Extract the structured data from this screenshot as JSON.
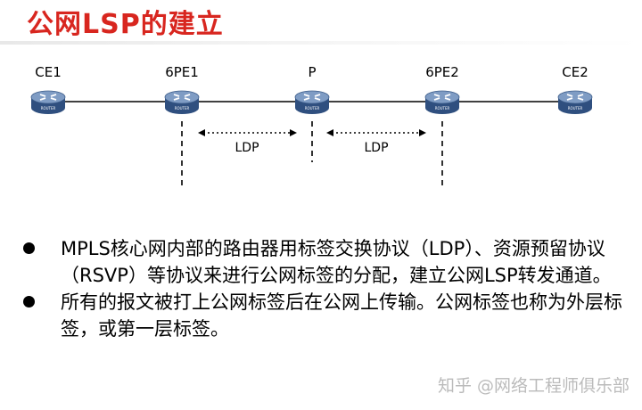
{
  "header": {
    "title": "公网LSP的建立"
  },
  "diagram": {
    "nodes": [
      {
        "id": "ce1",
        "label": "CE1",
        "router_text": "ROUTER"
      },
      {
        "id": "6pe1",
        "label": "6PE1",
        "router_text": "ROUTER"
      },
      {
        "id": "p",
        "label": "P",
        "router_text": "ROUTER"
      },
      {
        "id": "6pe2",
        "label": "6PE2",
        "router_text": "ROUTER"
      },
      {
        "id": "ce2",
        "label": "CE2",
        "router_text": "ROUTER"
      }
    ],
    "ldp_sessions": [
      {
        "label": "LDP"
      },
      {
        "label": "LDP"
      }
    ]
  },
  "bullets": [
    {
      "text": "MPLS核心网内部的路由器用标签交换协议（LDP）、资源预留协议（RSVP）等协议来进行公网标签的分配，建立公网LSP转发通道。"
    },
    {
      "text": "所有的报文被打上公网标签后在公网上传输。公网标签也称为外层标签，或第一层标签。"
    }
  ],
  "watermark": {
    "text": "知乎 @网络工程师俱乐部"
  },
  "colors": {
    "title": "#d8261f",
    "router_top": "#6f8fb8",
    "router_side": "#2f4f7f"
  }
}
